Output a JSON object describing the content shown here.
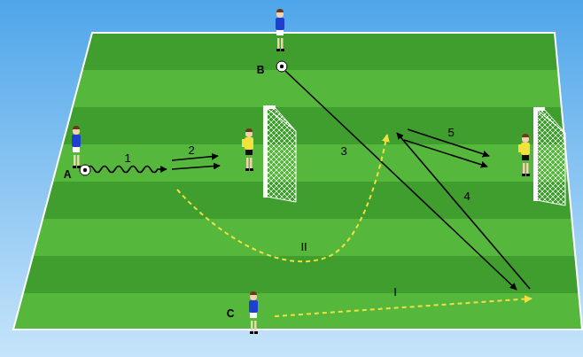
{
  "diagram": {
    "labels": [
      "A",
      "B",
      "C",
      "1",
      "2",
      "3",
      "4",
      "5",
      "I",
      "II"
    ]
  }
}
